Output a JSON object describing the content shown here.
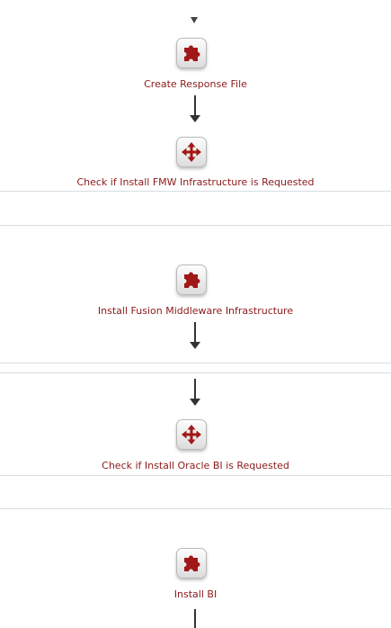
{
  "steps": [
    {
      "label": "Create Response File",
      "icon": "puzzle-icon"
    },
    {
      "label": "Check if Install FMW Infrastructure is Requested",
      "icon": "decision-arrows-icon"
    },
    {
      "label": "Install Fusion Middleware Infrastructure",
      "icon": "puzzle-icon"
    },
    {
      "label": "Check if Install Oracle BI is Requested",
      "icon": "decision-arrows-icon"
    },
    {
      "label": "Install BI",
      "icon": "puzzle-icon"
    }
  ],
  "colors": {
    "label_text": "#8b1a1a",
    "icon_red": "#a01818",
    "arrow": "#333333",
    "separator": "#d6dde3"
  }
}
